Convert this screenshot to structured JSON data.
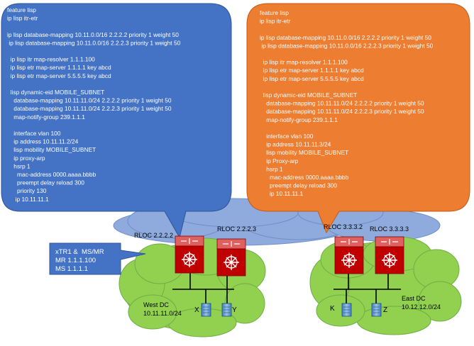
{
  "colors": {
    "left_config_bg": "#4472c4",
    "right_config_bg": "#ed7d31",
    "transport_cloud": "#8faadc",
    "dc_cloud": "#92d050",
    "router_body": "#c00000",
    "server": "#5b9bd5",
    "info_box": "#4472c4"
  },
  "left_config": {
    "lines": [
      "feature lisp",
      "ip lisp itr-etr",
      "",
      "ip lisp database-mapping 10.11.0.0/16 2.2.2.2 priority 1 weight 50",
      " ip lisp database-mapping 10.11.0.0/16 2.2.2.3 priority 1 weight 50",
      "",
      "  ip lisp itr map-resolver 1.1.1.100",
      "  ip lisp etr map-server 1.1.1.1 key abcd",
      "  ip lisp etr map-server 5.5.5.5 key abcd",
      "",
      "  lisp dynamic-eid MOBILE_SUBNET",
      "    database-mapping 10.11.11.0/24 2.2.2.2 priority 1 weight 50",
      "    database-mapping 10.11.11.0/24 2.2.2.3 priority 1 weight 50",
      "    map-notify-group 239.1.1.1",
      "",
      "    interface vlan 100",
      "    ip address 10.11.11.2/24",
      "    lisp mobility MOBILE_SUBNET",
      "    ip proxy-arp",
      "    hsrp 1",
      "      mac-address 0000.aaaa.bbbb",
      "      preempt delay reload 300",
      "      priority 130",
      "     ip 10.11.11.1"
    ]
  },
  "right_config": {
    "lines": [
      "feature lisp",
      "ip lisp itr-etr",
      "",
      "ip lisp database-mapping 10.11.0.0/16 2.2.2.2 priority 1 weight 50",
      " ip lisp database-mapping 10.11.0.0/16 2.2.2.3 priority 1 weight 50",
      "",
      "  ip lisp itr map-resolver 1.1.1.100",
      "  ip lisp etr map-server 1.1.1.1 key abcd",
      "  ip lisp etr map-server 5.5.5.5 key abcd",
      "",
      "  lisp dynamic-eid MOBILE_SUBNET",
      "    database-mapping 10.11.11.0/24 2.2.2.2 priority 1 weight 50",
      "    database-mapping 10.11.11.0/24 2.2.2.3 priority 1 weight 50",
      "    map-notify-group 239.1.1.1",
      "",
      "    interface vlan 100",
      "    ip address 10.11.11.3/24",
      "    lisp mobility MOBILE_SUBNET",
      "    ip Proxy-arp",
      "    hsrp 1",
      "      mac-address 0000.aaaa.bbbb",
      "      preempt delay reload 300",
      "      ip 10.11.11.1"
    ]
  },
  "routers": [
    {
      "id": "r1",
      "label": "RLOC 2.2.2.2"
    },
    {
      "id": "r2",
      "label": "RLOC 2.2.2.3"
    },
    {
      "id": "r3",
      "label": "RLOC 3.3.3.2"
    },
    {
      "id": "r4",
      "label": "RLOC 3.3.3.3"
    }
  ],
  "info_box": {
    "lines": [
      "xTR1 &  MS/MR",
      "MR 1.1.1.100",
      "MS 1.1.1.1"
    ]
  },
  "west_dc": {
    "name": "West DC",
    "subnet": "10.11.11.0/24"
  },
  "east_dc": {
    "name": "East DC",
    "subnet": "10.12.12.0/24"
  },
  "hosts": [
    {
      "id": "x",
      "label": "X"
    },
    {
      "id": "y",
      "label": "Y"
    },
    {
      "id": "k",
      "label": "K"
    },
    {
      "id": "z",
      "label": "Z"
    }
  ]
}
